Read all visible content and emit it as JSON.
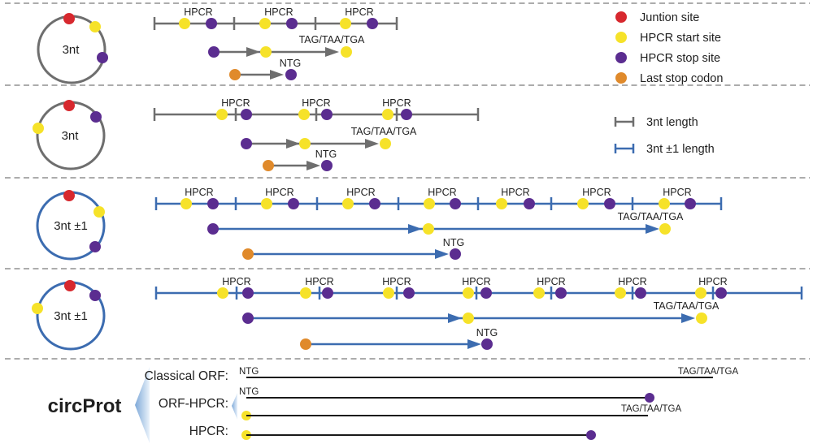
{
  "labels": {
    "hpcr": "HPCR",
    "ntg": "NTG",
    "stop_codons": "TAG/TAA/TGA"
  },
  "sections": [
    {
      "circle_label": "3nt",
      "hpcr_repeats": 3,
      "track_color": "#6e6e6e"
    },
    {
      "circle_label": "3nt",
      "hpcr_repeats": 3,
      "track_color": "#6e6e6e"
    },
    {
      "circle_label": "3nt ±1",
      "hpcr_repeats": 7,
      "track_color": "#3c6cb0"
    },
    {
      "circle_label": "3nt ±1",
      "hpcr_repeats": 7,
      "track_color": "#3c6cb0"
    }
  ],
  "legend_sites": {
    "items": [
      {
        "label": "Juntion site",
        "color": "#d7282e"
      },
      {
        "label": "HPCR start site",
        "color": "#f6e229"
      },
      {
        "label": "HPCR stop site",
        "color": "#5b2d90"
      },
      {
        "label": "Last stop codon",
        "color": "#e08a2b"
      }
    ]
  },
  "legend_lengths": {
    "items": [
      {
        "label": "3nt length",
        "color": "#6e6e6e"
      },
      {
        "label": "3nt ±1 length",
        "color": "#3c6cb0"
      }
    ]
  },
  "bottom": {
    "title": "circProt",
    "rows": [
      {
        "label": "Classical ORF:",
        "start_label": "NTG",
        "end_label": "TAG/TAA/TGA"
      },
      {
        "label": "ORF-HPCR:",
        "start_label": "NTG",
        "end_label": "TAG/TAA/TGA"
      },
      {
        "label": "HPCR:"
      }
    ]
  }
}
